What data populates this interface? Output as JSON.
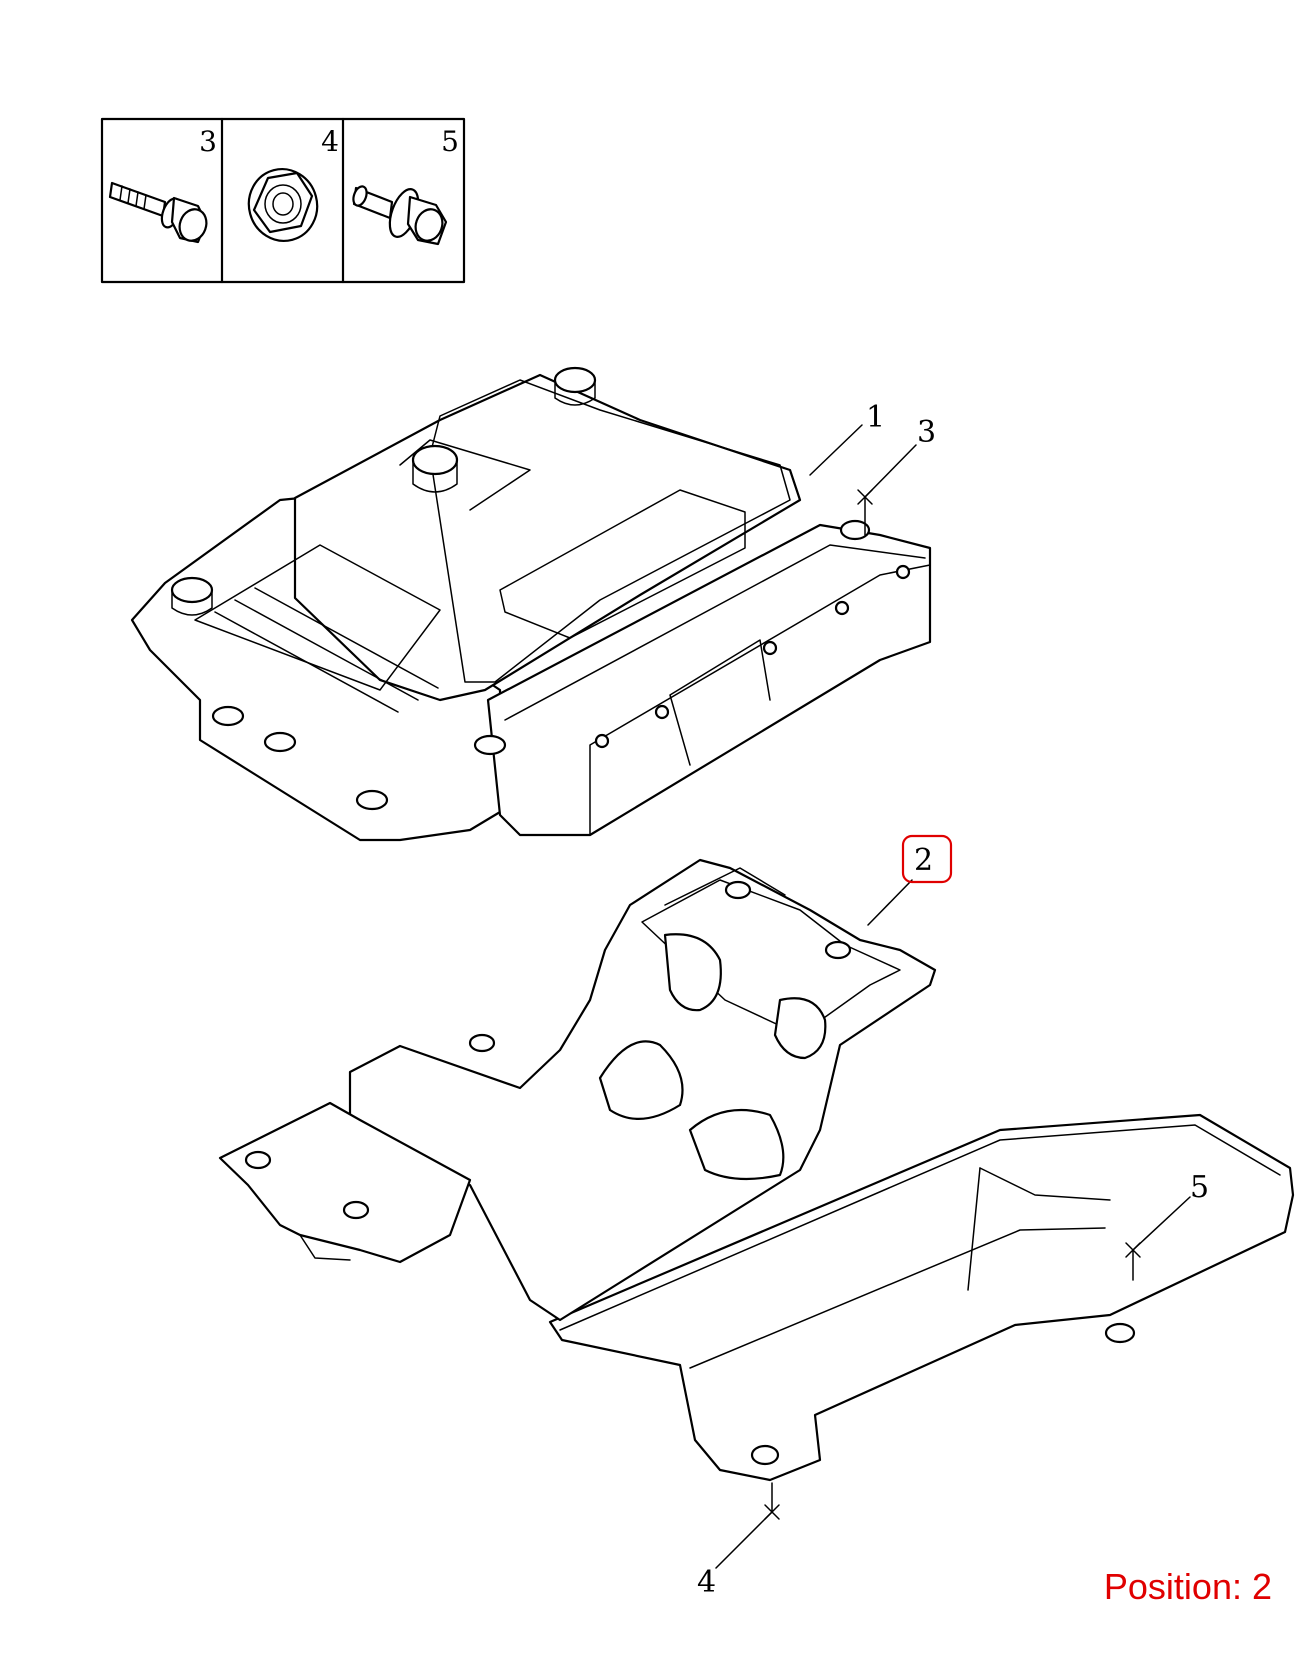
{
  "inset": {
    "cells": [
      {
        "number": "3",
        "icon": "flange-bolt-icon"
      },
      {
        "number": "4",
        "icon": "flange-nut-icon"
      },
      {
        "number": "5",
        "icon": "washer-bolt-icon"
      }
    ]
  },
  "callouts": {
    "ecu": "1",
    "bracket": "2",
    "bolt": "3",
    "nut": "4",
    "screw": "5"
  },
  "position": {
    "text": "Position: 2"
  },
  "highlight_color": "#e00000"
}
